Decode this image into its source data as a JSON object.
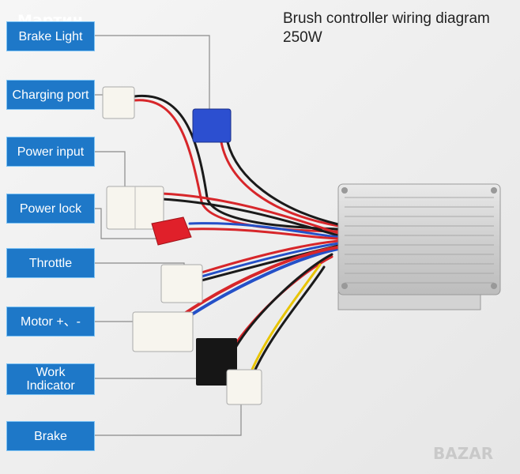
{
  "title": {
    "line1": "Brush controller wiring diagram",
    "line2": "250W"
  },
  "watermark": "Мартин",
  "brand": "BAZAR",
  "labels": {
    "brake_light": "Brake Light",
    "charging_port": "Charging port",
    "power_input": "Power input",
    "power_lock": "Power lock",
    "throttle": "Throttle",
    "motor": "Motor +、-",
    "work_indicator": "Work\nIndicator",
    "brake": "Brake"
  },
  "colors": {
    "label_bg": "#1e78c8",
    "label_border": "#7ec4f5",
    "wire_red": "#d7262a",
    "wire_black": "#1a1a1a",
    "wire_blue": "#2450c8",
    "wire_yellow": "#e8c400",
    "connector_blue": "#2c4fd0",
    "connector_red": "#e0202a",
    "leader_line": "#8a8a8a"
  }
}
